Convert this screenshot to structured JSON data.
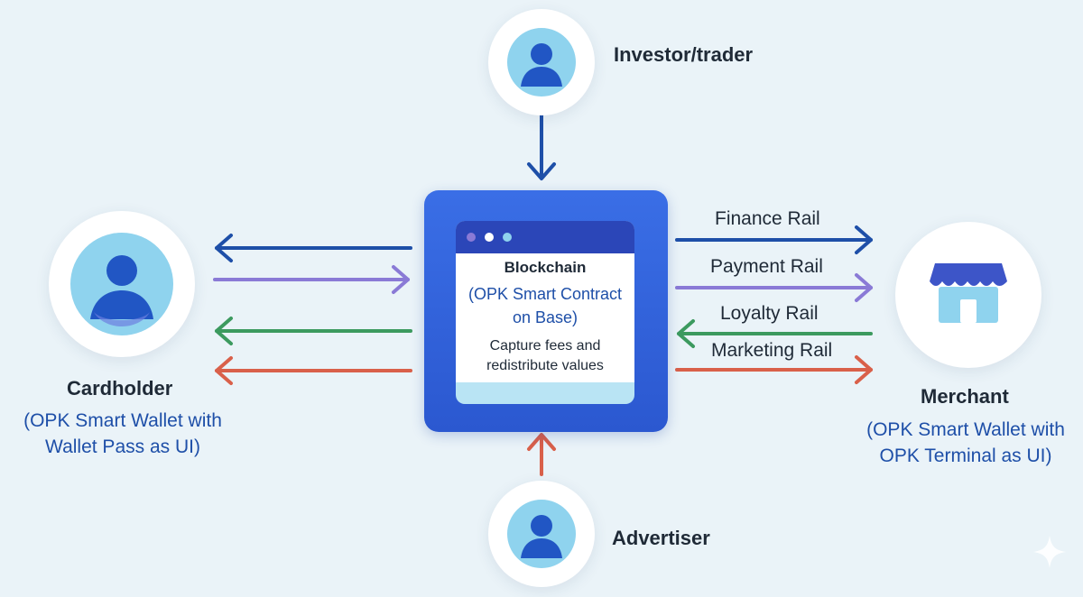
{
  "investor": {
    "label": "Investor/trader"
  },
  "advertiser": {
    "label": "Advertiser"
  },
  "cardholder": {
    "label": "Cardholder",
    "sub_line1": "(OPK Smart Wallet with",
    "sub_line2": "Wallet Pass as UI)"
  },
  "merchant": {
    "label": "Merchant",
    "sub_line1": "(OPK Smart Wallet with",
    "sub_line2": "OPK Terminal as UI)"
  },
  "blockchain": {
    "title": "Blockchain",
    "sub_line1": "(OPK Smart Contract",
    "sub_line2": "on Base)",
    "note_line1": "Capture fees and",
    "note_line2": "redistribute values"
  },
  "rails": [
    {
      "label": "Finance Rail",
      "color": "#1e4fa8"
    },
    {
      "label": "Payment Rail",
      "color": "#8a7ad6"
    },
    {
      "label": "Loyalty Rail",
      "color": "#3c9a5f"
    },
    {
      "label": "Marketing Rail",
      "color": "#d9604a"
    }
  ],
  "colors": {
    "background": "#eaf3f8",
    "blockchain_box": "#2e5fd8",
    "avatar_light": "#8fd3ee",
    "avatar_dark": "#2156c4",
    "store_roof": "#3d55c8"
  },
  "icons": {
    "person": "person-icon",
    "store": "store-icon",
    "sparkle": "sparkle-icon"
  }
}
